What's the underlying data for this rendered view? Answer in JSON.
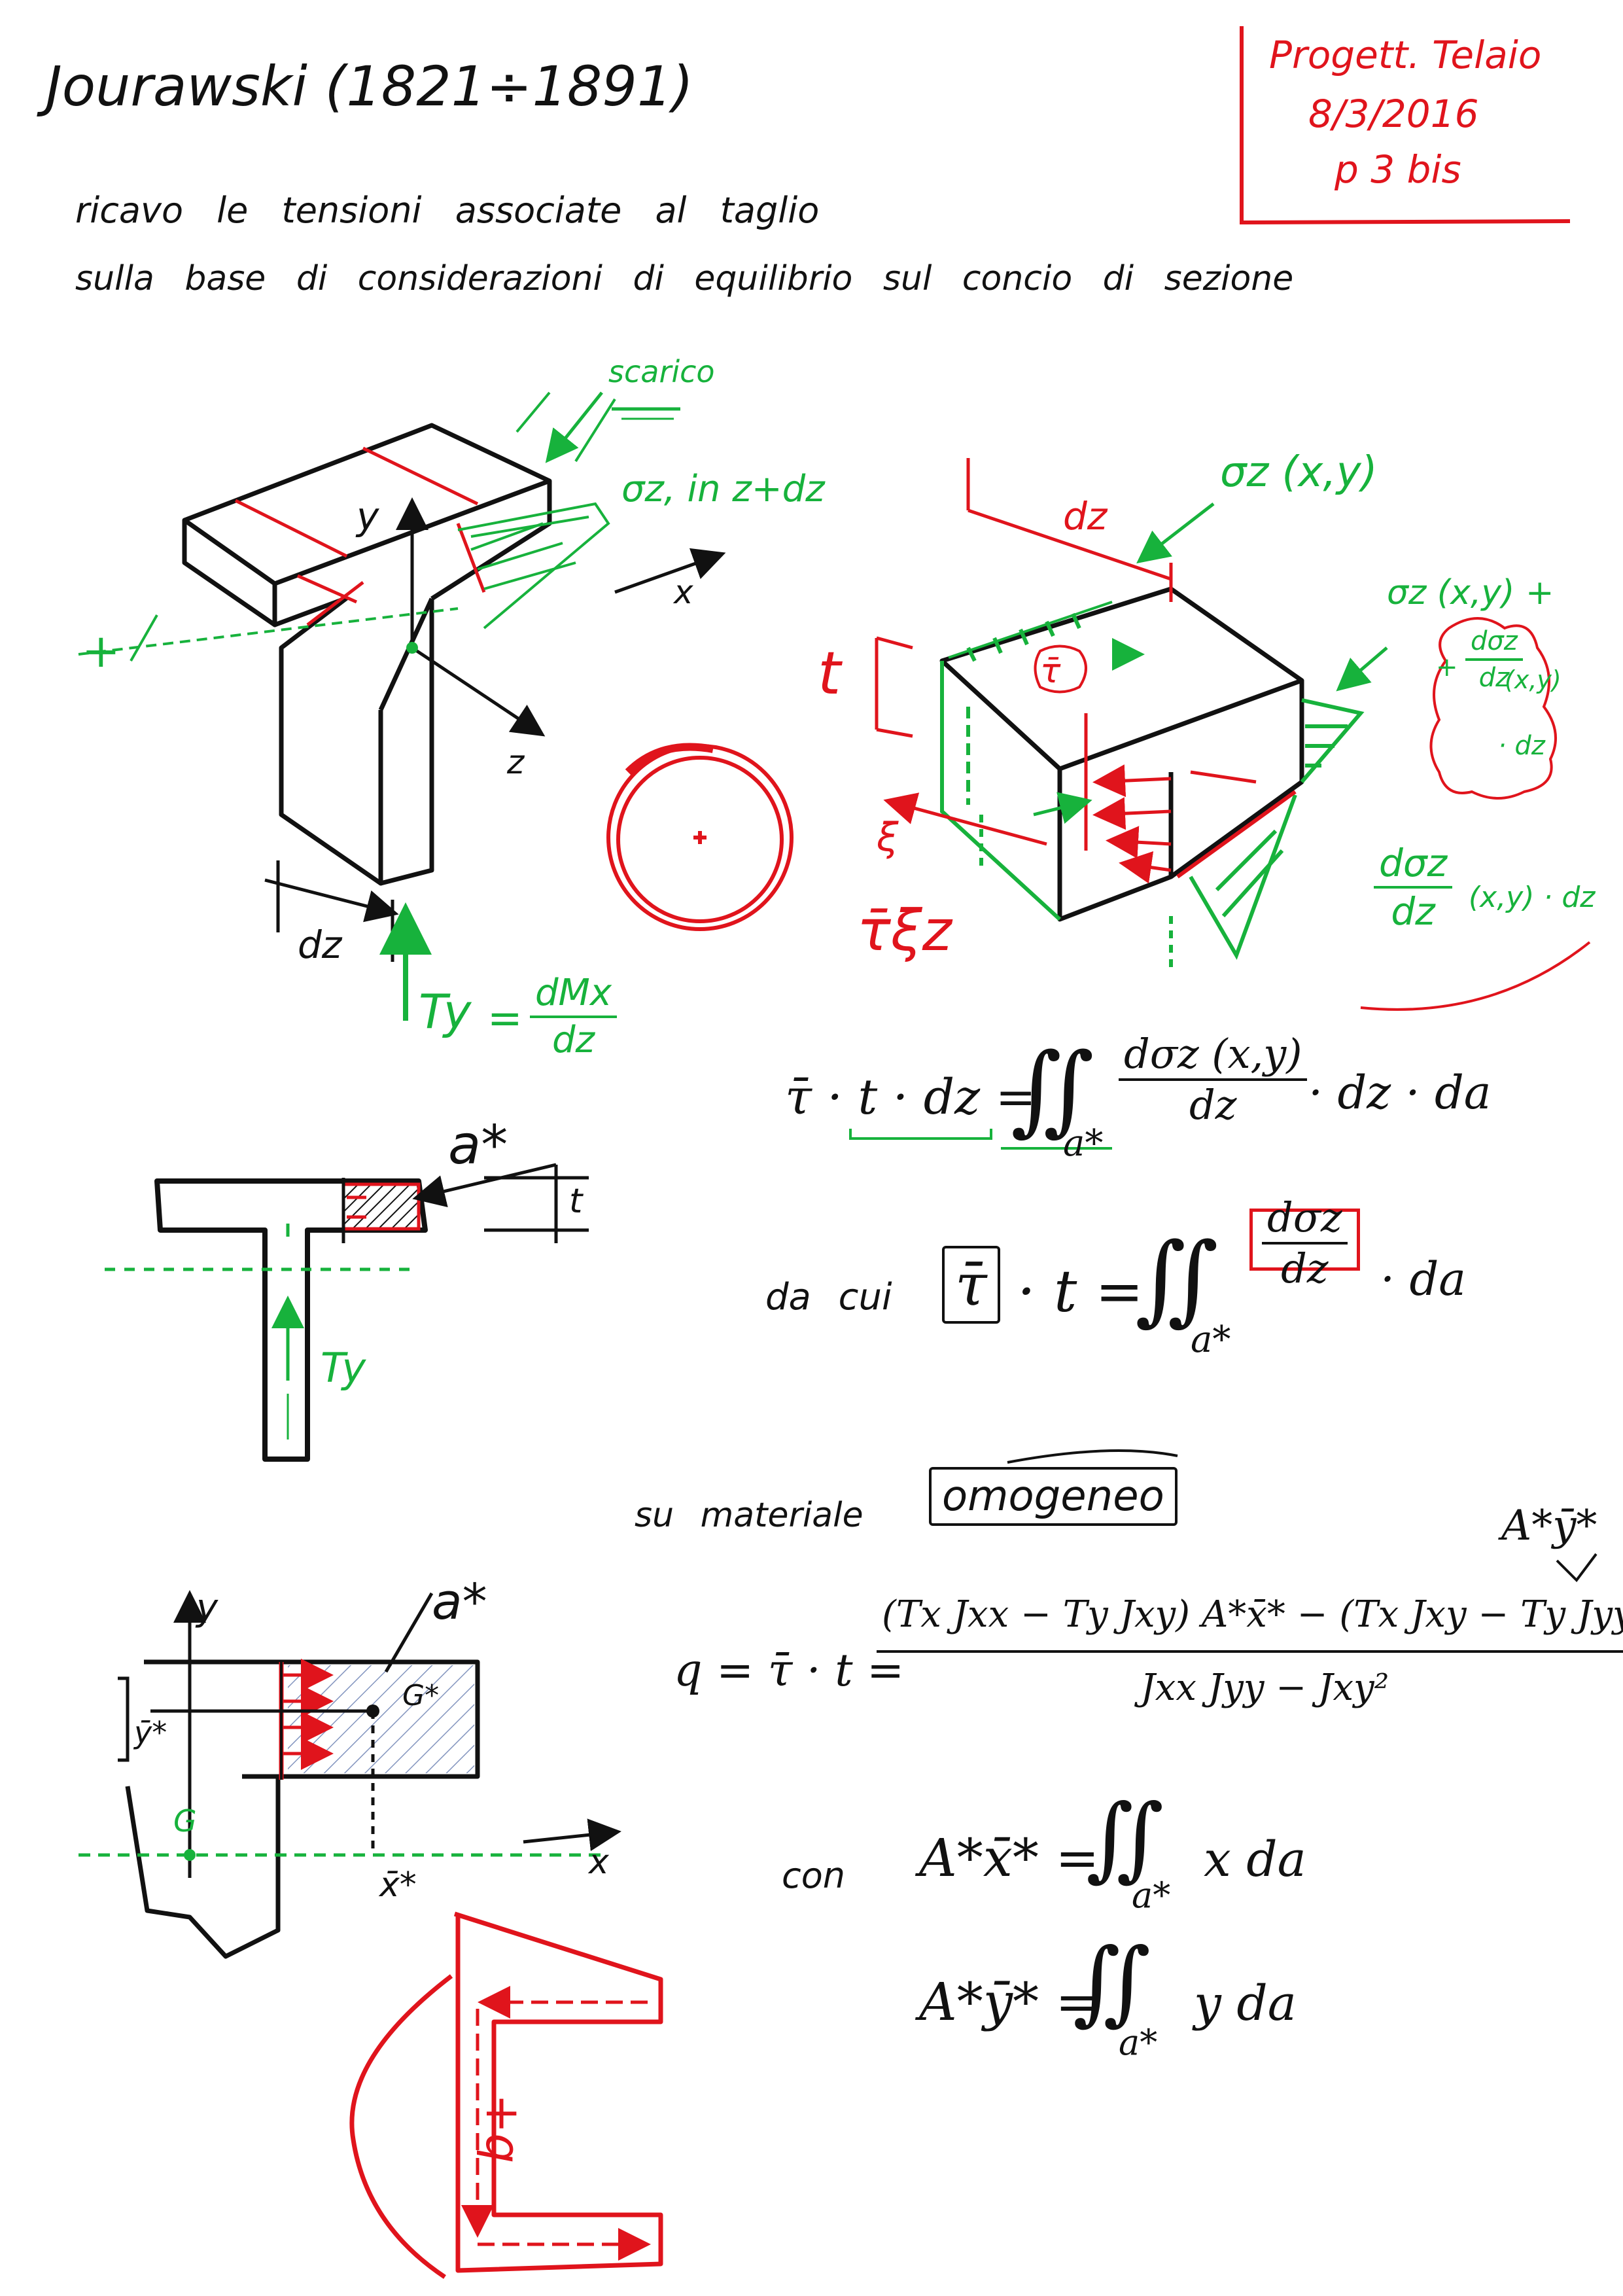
{
  "header": {
    "title": "Jourawski (1821÷1891)",
    "course_box": {
      "course": "Progett. Telaio",
      "date": "8/3/2016",
      "page": "p 3 bis"
    }
  },
  "intro": {
    "line1": "ricavo le tensioni associate al taglio",
    "line2": "sulla base di considerazioni di equilibrio sul concio di sezione"
  },
  "diagram1": {
    "scarico_label": "scarico",
    "sigma_label": "σz, in z+dz",
    "axis_y": "y",
    "axis_x": "x",
    "axis_z": "z",
    "plus_left": "+",
    "dz_label": "dz",
    "ty_label": "Ty",
    "ty_eq": "=",
    "ty_num": "dMx",
    "ty_den": "dz"
  },
  "diagram2": {
    "sigma_top": "σz (x,y)",
    "dz_label": "dz",
    "t_label": "t",
    "tau_bar": "τ̄",
    "xi_label": "ξ",
    "tau_xi_z": "τ̄ξz",
    "sigma_right_1": "σz (x,y) +",
    "cloud_plus": "+",
    "cloud_num": "dσz",
    "cloud_den": "dz",
    "cloud_args": "(x,y)",
    "cloud_dz": "· dz",
    "green_num": "dσz",
    "green_den": "dz",
    "green_args": "(x,y) · dz"
  },
  "section1": {
    "a_star": "a*",
    "t_label": "t",
    "ty_label": "Ty"
  },
  "eq1": {
    "lhs": "τ̄ · t · dz =",
    "integral": "∬",
    "domain": "a*",
    "num": "dσz (x,y)",
    "den": "dz",
    "tail": "· dz · da"
  },
  "eq2": {
    "prefix": "da cui",
    "tau": "τ̄",
    "t": "· t =",
    "integral": "∬",
    "domain": "a*",
    "num": "dσz",
    "den": "dz",
    "tail": "· da"
  },
  "material": {
    "text": "su materiale",
    "boxed": "omogeneo"
  },
  "eq3": {
    "corner": "A*ȳ*",
    "lhs": "q = τ̄ · t =",
    "num": "(Tx Jxx − Ty Jxy) A*x̄* − (Tx Jxy − Ty Jyy)",
    "den": "Jxx Jyy − Jxy²"
  },
  "section2": {
    "axis_y": "y",
    "axis_x": "x",
    "a_star": "a*",
    "g_star": "G*",
    "y_bar": "ȳ*",
    "x_bar": "x̄*",
    "g": "G"
  },
  "defs": {
    "con": "con",
    "line1_lhs": "A*x̄* =",
    "line1_int": "∬",
    "line1_domain": "a*",
    "line1_tail": "x da",
    "line2_lhs": "A*ȳ* =",
    "line2_int": "∬",
    "line2_domain": "a*",
    "line2_tail": "y da"
  },
  "channel": {
    "label": "+q"
  },
  "colors": {
    "red": "#e0141c",
    "green": "#17b23c",
    "black": "#111111"
  }
}
